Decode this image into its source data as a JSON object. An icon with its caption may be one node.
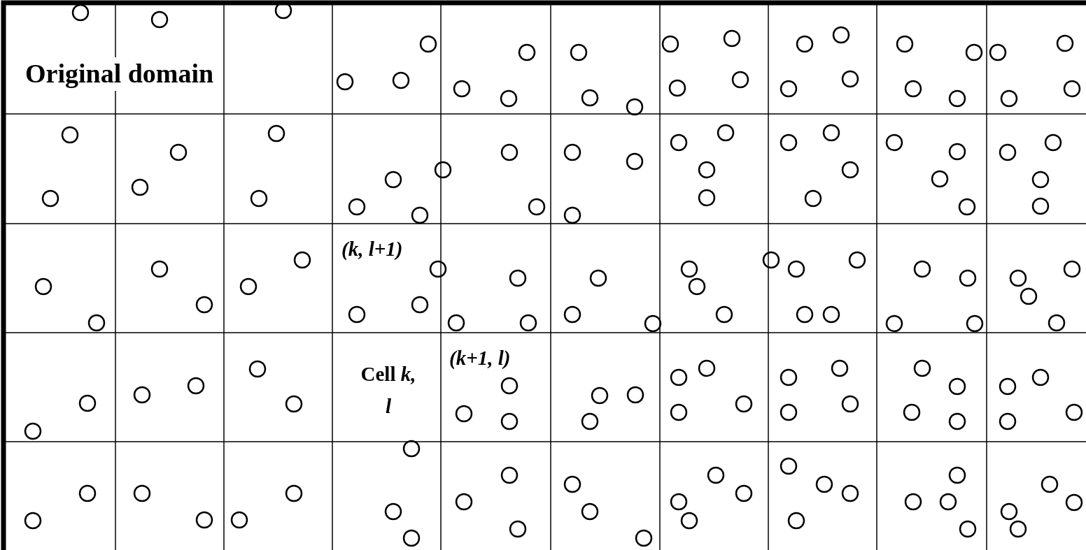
{
  "diagram": {
    "labels": [
      "Original domain",
      "(k, l+1)",
      "Cell *k, l*",
      "(k+1, l)"
    ]
  }
}
